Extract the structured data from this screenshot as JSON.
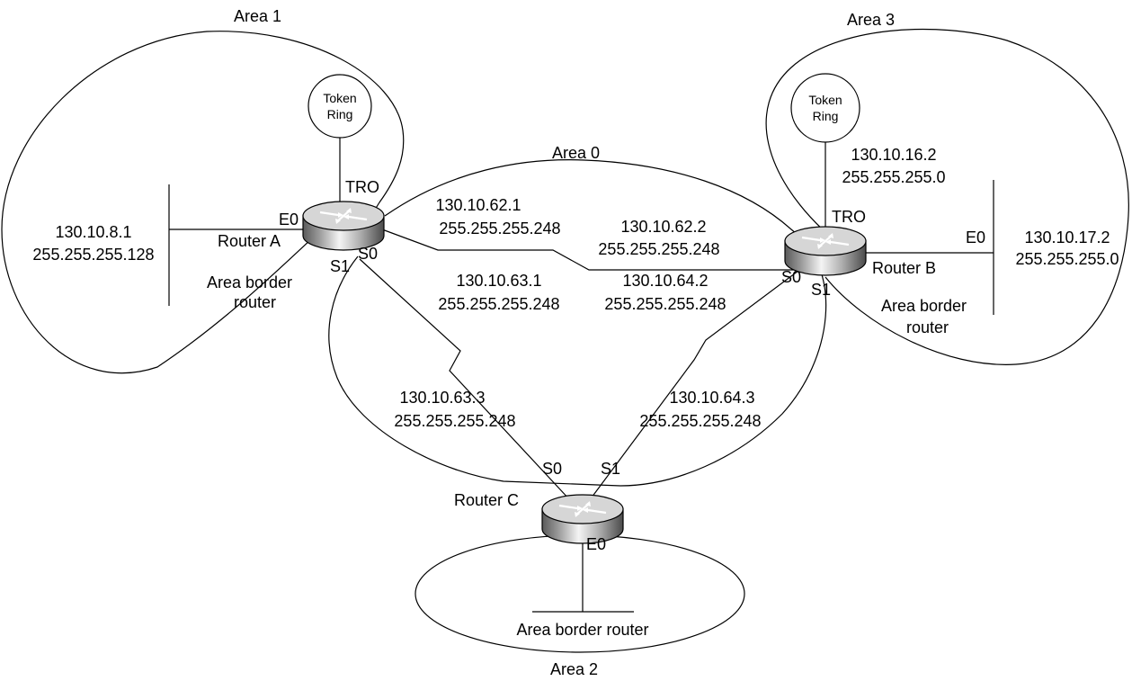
{
  "areas": {
    "area1": "Area 1",
    "area0": "Area 0",
    "area2": "Area 2",
    "area3": "Area 3"
  },
  "router_a": {
    "name": "Router A",
    "role_line1": "Area border",
    "role_line2": "router",
    "tro": "TRO",
    "e0": "E0",
    "s0": "S0",
    "s1": "S1",
    "token_ring_line1": "Token",
    "token_ring_line2": "Ring",
    "e0_ip": "130.10.8.1",
    "e0_mask": "255.255.255.128",
    "s0_ip": "130.10.62.1",
    "s0_mask": "255.255.255.248",
    "s1_ip": "130.10.63.1",
    "s1_mask": "255.255.255.248"
  },
  "router_b": {
    "name": "Router B",
    "role_line1": "Area border",
    "role_line2": "router",
    "tro": "TRO",
    "e0": "E0",
    "s0": "S0",
    "s1": "S1",
    "token_ring_line1": "Token",
    "token_ring_line2": "Ring",
    "tro_ip": "130.10.16.2",
    "tro_mask": "255.255.255.0",
    "e0_ip": "130.10.17.2",
    "e0_mask": "255.255.255.0",
    "s0_ip": "130.10.62.2",
    "s0_mask": "255.255.255.248",
    "s1_ip": "130.10.64.2",
    "s1_mask": "255.255.255.248"
  },
  "router_c": {
    "name": "Router C",
    "role": "Area border router",
    "e0": "E0",
    "s0": "S0",
    "s1": "S1",
    "s0_ip": "130.10.63.3",
    "s0_mask": "255.255.255.248",
    "s1_ip": "130.10.64.3",
    "s1_mask": "255.255.255.248"
  },
  "colors": {
    "line": "#000000",
    "router_light": "#f2f2f2",
    "router_dark": "#6e6e6e"
  }
}
